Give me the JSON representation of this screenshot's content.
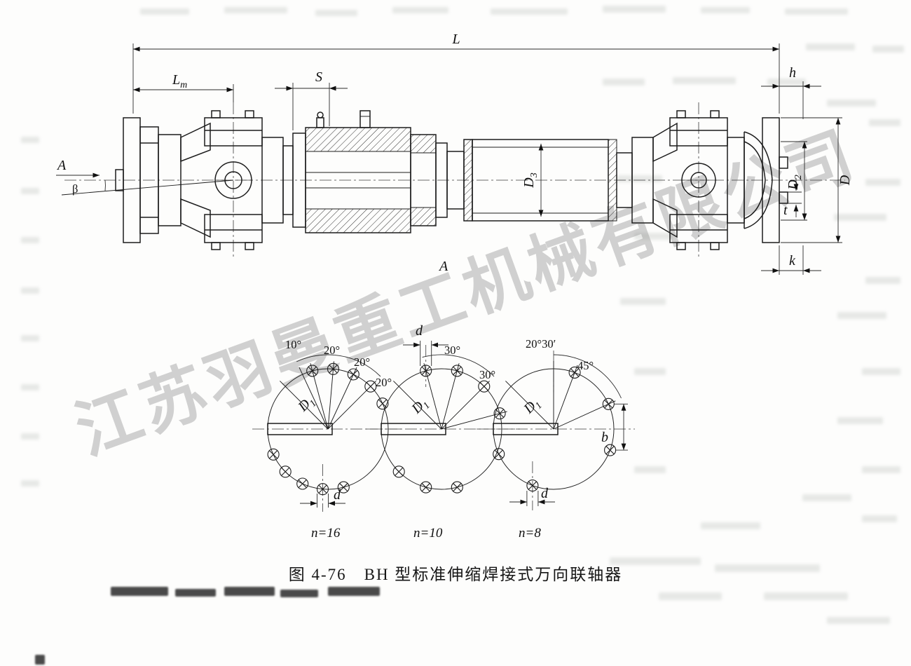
{
  "figure": {
    "caption": "图 4-76　BH 型标准伸缩焊接式万向联轴器",
    "watermark": "江苏羽曼重工机械有限公司"
  },
  "dims": {
    "L": "L",
    "Lm_base": "L",
    "Lm_sub": "m",
    "S": "S",
    "h": "h",
    "k": "k",
    "t": "t",
    "D": "D",
    "D2_base": "D",
    "D2_sub": "2",
    "D3_base": "D",
    "D3_sub": "3",
    "beta": "β",
    "A_view": "A",
    "A_section": "A"
  },
  "flanges": [
    {
      "angles": [
        "10°",
        "20°",
        "20°",
        "20°"
      ],
      "D1_base": "D",
      "D1_sub": "1",
      "d": "d",
      "n": "n=16"
    },
    {
      "angles": [
        "30°",
        "30°"
      ],
      "D1_base": "D",
      "D1_sub": "1",
      "d": "d",
      "n": "n=10"
    },
    {
      "angles": [
        "20°30′",
        "45°"
      ],
      "D1_base": "D",
      "D1_sub": "1",
      "d": "d",
      "b": "b",
      "n": "n=8"
    }
  ]
}
